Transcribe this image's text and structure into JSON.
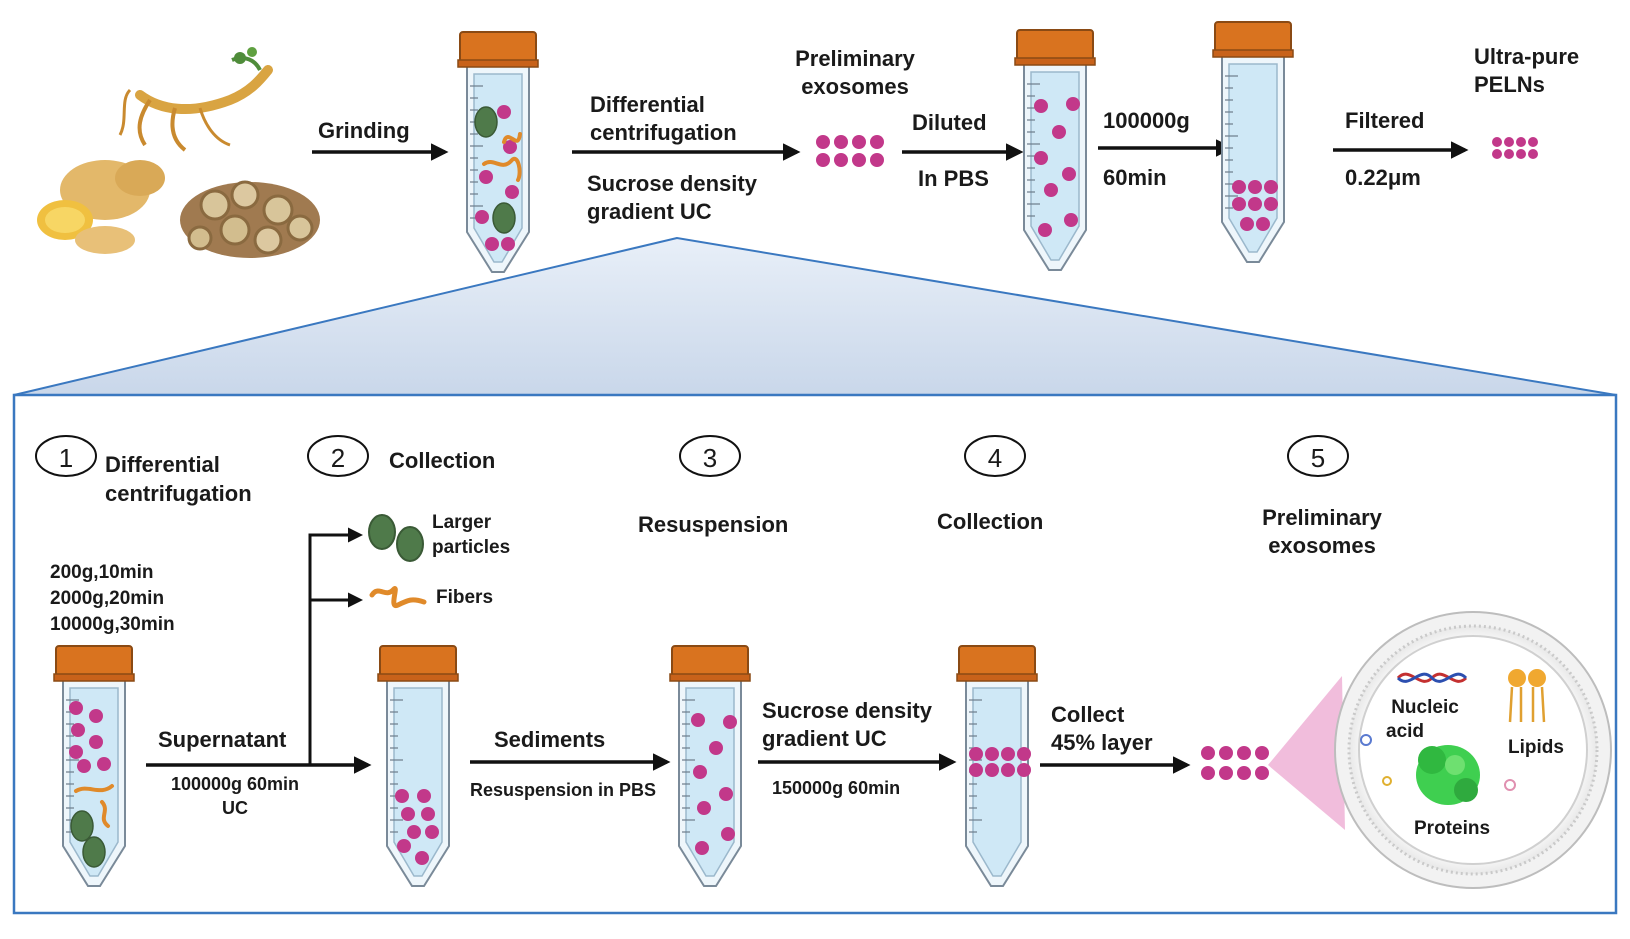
{
  "top": {
    "grinding": "Grinding",
    "differential": "Differential",
    "centrifugation": "centrifugation",
    "sucrose_density": "Sucrose density",
    "gradient_uc": "gradient UC",
    "preliminary": "Preliminary",
    "exosomes": "exosomes",
    "diluted": "Diluted",
    "in_pbs": "In PBS",
    "speed": "100000g",
    "time": "60min",
    "filtered": "Filtered",
    "pore": "0.22μm",
    "ultra_pure": "Ultra-pure",
    "pelns": "PELNs"
  },
  "steps": [
    {
      "number": "1",
      "title_line1": "Differential",
      "title_line2": "centrifugation"
    },
    {
      "number": "2",
      "title_line1": "Collection",
      "title_line2": ""
    },
    {
      "number": "3",
      "title_line1": "Resuspension",
      "title_line2": ""
    },
    {
      "number": "4",
      "title_line1": "Collection",
      "title_line2": ""
    },
    {
      "number": "5",
      "title_line1": "Preliminary",
      "title_line2": "exosomes"
    }
  ],
  "bottom": {
    "cond1": "200g,10min",
    "cond2": "2000g,20min",
    "cond3": "10000g,30min",
    "larger": "Larger",
    "particles": "particles",
    "fibers": "Fibers",
    "supernatant": "Supernatant",
    "uc_speed": "100000g 60min",
    "uc": "UC",
    "sediments": "Sediments",
    "resuspension_pbs": "Resuspension in PBS",
    "sucrose_density": "Sucrose density",
    "gradient_uc": "gradient UC",
    "speed_150": "150000g 60min",
    "collect": "Collect",
    "layer": "45% layer",
    "nucleic": "Nucleic",
    "acid": "acid",
    "lipids": "Lipids",
    "proteins": "Proteins"
  },
  "colors": {
    "cap": "#d9731f",
    "tube_fill": "#cfe8f6",
    "tube_stroke": "#7a8a99",
    "dot": "#c2388a",
    "particle": "#4f7a4a",
    "fiber": "#e08a2a",
    "frame": "#3a78c0",
    "arrow": "#111111"
  }
}
